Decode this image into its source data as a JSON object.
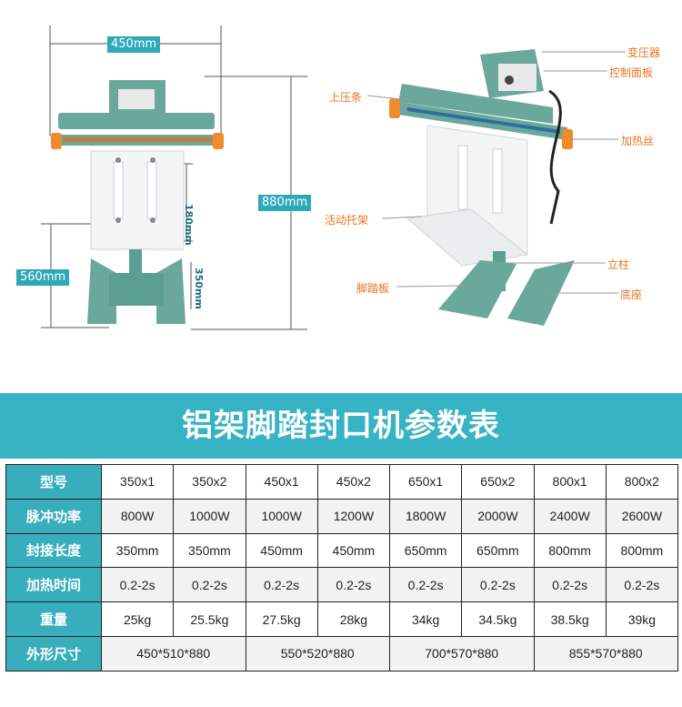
{
  "dimensions": {
    "width": "450mm",
    "height": "880mm",
    "pedal_height": "560mm",
    "tray": "180mm",
    "column": "350mm"
  },
  "callouts": {
    "transformer": "变压器",
    "control_panel": "控制面板",
    "upper_bar": "上压条",
    "heating_wire": "加热丝",
    "movable_tray": "活动托架",
    "column": "立柱",
    "pedal": "脚踏板",
    "base": "底座"
  },
  "colors": {
    "teal": "#36b3c4",
    "machine": "#5ba89a",
    "accent": "#e8741f"
  },
  "table_title": "铝架脚踏封口机参数表",
  "table": {
    "rows": [
      {
        "label": "型号",
        "cells": [
          "350x1",
          "350x2",
          "450x1",
          "450x2",
          "650x1",
          "650x2",
          "800x1",
          "800x2"
        ]
      },
      {
        "label": "脉冲功率",
        "cells": [
          "800W",
          "1000W",
          "1000W",
          "1200W",
          "1800W",
          "2000W",
          "2400W",
          "2600W"
        ]
      },
      {
        "label": "封接长度",
        "cells": [
          "350mm",
          "350mm",
          "450mm",
          "450mm",
          "650mm",
          "650mm",
          "800mm",
          "800mm"
        ]
      },
      {
        "label": "加热时间",
        "cells": [
          "0.2-2s",
          "0.2-2s",
          "0.2-2s",
          "0.2-2s",
          "0.2-2s",
          "0.2-2s",
          "0.2-2s",
          "0.2-2s"
        ]
      },
      {
        "label": "重量",
        "cells": [
          "25kg",
          "25.5kg",
          "27.5kg",
          "28kg",
          "34kg",
          "34.5kg",
          "38.5kg",
          "39kg"
        ]
      }
    ],
    "size_row": {
      "label": "外形尺寸",
      "cells": [
        "450*510*880",
        "550*520*880",
        "700*570*880",
        "855*570*880"
      ]
    }
  }
}
